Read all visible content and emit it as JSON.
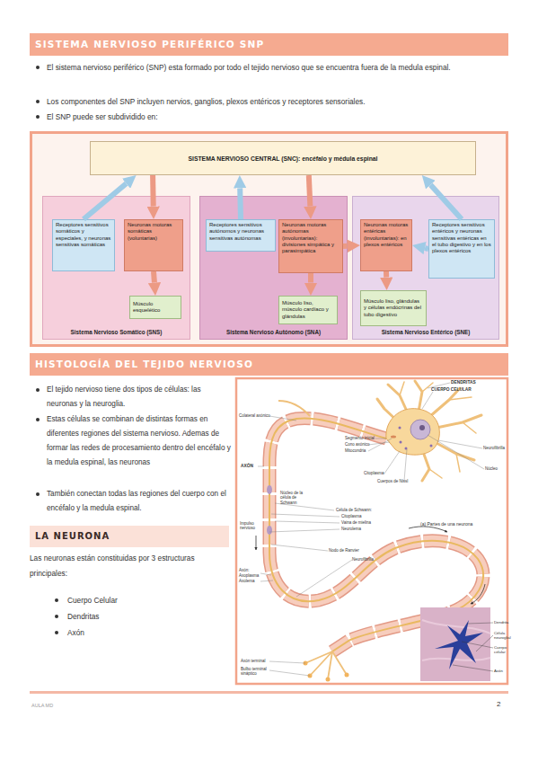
{
  "diagram": {
    "nodes": [
      {
        "text": [
          "SISTEMA NERVIOSO PERIFÉRICO SNP"
        ]
      },
      {
        "text": [
          "SISTEMA NERVIOSO CENTRAL (SNC): encéfalo y médula espinal"
        ]
      },
      {
        "text": [
          "Sistema Nervioso Somático (SNS)"
        ]
      },
      {
        "text": [
          "Receptores sensitivos somáticos y especiales, y neuronas sensitivas somáticas"
        ],
        "in": 2
      },
      {
        "text": [
          "Neuronas motoras somáticas (voluntarias)"
        ],
        "in": 2
      },
      {
        "text": [
          "Músculo esquelético"
        ],
        "in": 2
      },
      {
        "text": [
          "Sistema Nervioso Autónomo (SNA)"
        ]
      },
      {
        "text": [
          "Receptores sensitivos autónomos y neuronas sensitivas autónomas"
        ],
        "in": 6
      },
      {
        "text": [
          "Neuronas motoras autónomas (involuntarias): divisiones simpática y parasimpática"
        ],
        "in": 6
      },
      {
        "text": [
          "Músculo liso, músculo cardíaco y glándulas"
        ],
        "in": 6
      },
      {
        "text": [
          "Sistema Nervioso Entérico (SNE)"
        ]
      },
      {
        "text": [
          "Neuronas motoras entéricas (involuntarias): en plexos entéricos"
        ],
        "in": 10
      },
      {
        "text": [
          "Receptores sensitivos entéricos y neuronas sensitivas entéricas en el tubo digestivo y en los plexos entéricos"
        ],
        "in": 10
      },
      {
        "text": [
          "Músculo liso, glándulas y células endócrinas del tubo digestivo"
        ],
        "in": 10
      },
      {
        "text": [
          "HISTOLOGÍA DEL TEJIDO NERVIOSO"
        ]
      },
      {
        "text": [
          "LA NEURONA"
        ]
      }
    ],
    "edges": [
      {
        "from": 3,
        "to": 1,
        "arrow": "to"
      },
      {
        "from": 1,
        "to": 4,
        "arrow": "to"
      },
      {
        "from": 4,
        "to": 5,
        "arrow": "to"
      },
      {
        "from": 7,
        "to": 1,
        "arrow": "to"
      },
      {
        "from": 1,
        "to": 8,
        "arrow": "to"
      },
      {
        "from": 8,
        "to": 9,
        "arrow": "to"
      },
      {
        "from": 8,
        "to": 11,
        "arrow": "to"
      },
      {
        "from": 12,
        "to": 1,
        "arrow": "to"
      },
      {
        "from": 12,
        "to": 11,
        "arrow": "to"
      },
      {
        "from": 11,
        "to": 13,
        "arrow": "to"
      }
    ],
    "labels": [
      "El sistema nervioso periférico (SNP) esta formado por todo el tejido nervioso que se encuentra fuera de la medula espinal.",
      "Los componentes del SNP incluyen nervios, ganglios, plexos entéricos y receptores sensoriales.",
      "El SNP puede ser subdividido en:",
      "El tejido nervioso tiene dos tipos de células: las neuronas y la neuroglia.",
      "Estas células se combinan de distintas formas en diferentes regiones del sistema nervioso. Ademas de formar las redes de procesamiento dentro del encéfalo y la medula espinal, las neuronas",
      "También conectan todas las regiones del cuerpo con el encéfalo y la medula espinal.",
      "Las neuronas están constituidas por 3 estructuras principales:",
      "Cuerpo Celular",
      "Dendritas",
      "Axón",
      "DENDRITAS",
      "CUERPO CELULAR",
      "Colateral axónico",
      "Segmento inicial",
      "Cono axónico",
      "Mitocondria",
      "Citoplasma",
      "Cuerpos de Nissl",
      "Neurofibrilla",
      "Núcleo",
      "AXÓN",
      "Núcleo de la célula de Schwann",
      "(a) Partes de una neurona",
      "Célula de Schwann:",
      "Citoplasma",
      "Vaina de mielina",
      "Neurolema",
      "Impulso nervioso",
      "Nodo de Ranvier",
      "Neurofibrilla",
      "Axón:",
      "Axoplasma",
      "Axolema",
      "Axón terminal",
      "Bulbo terminal sináptico",
      "Dendrita",
      "Célula neuroglial",
      "Cuerpo celular",
      "Axón",
      "AULA MD",
      "2"
    ]
  }
}
